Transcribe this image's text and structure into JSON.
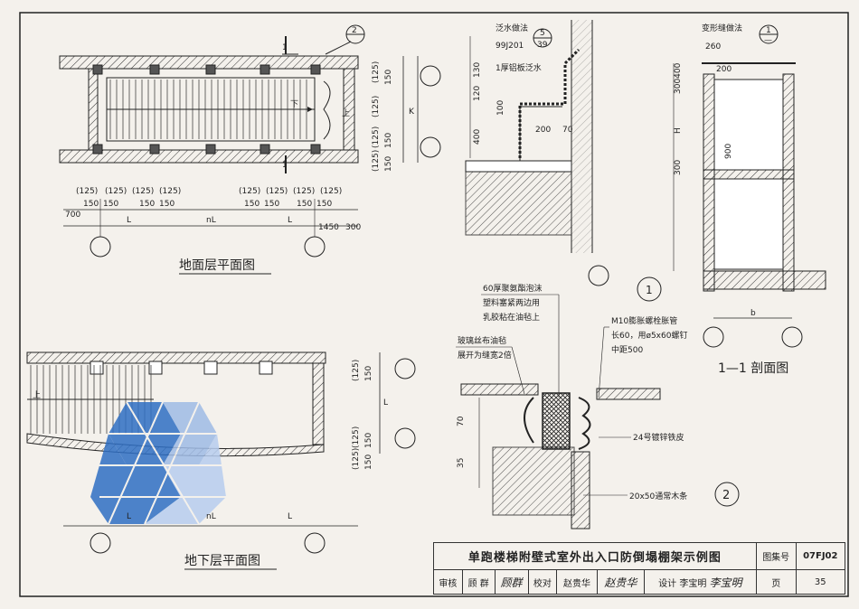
{
  "plans": {
    "ground_title": "地面层平面图",
    "basement_title": "地下层平面图",
    "section_mark_1": "1",
    "callout_2": "2",
    "down_label": "下",
    "up_label": "上",
    "dim_125": "(125)",
    "dim_150": "150",
    "dim_700": "700",
    "dim_1450": "1450",
    "dim_300": "300",
    "dim_L": "L",
    "dim_nL": "nL",
    "dim_K": "K"
  },
  "detail1": {
    "flashing_label": "泛水做法",
    "flashing_ref_top": "5",
    "flashing_ref_bottom": "39",
    "flashing_atlas": "99J201",
    "aluminum_flashing": "1厚铝板泛水",
    "dims": [
      "130",
      "120",
      "100",
      "400",
      "200",
      "70"
    ],
    "circle": "1"
  },
  "section": {
    "joint_label": "变形缝做法",
    "joint_ref_top": "1",
    "joint_ref_bottom": "—",
    "dims": [
      "260",
      "200",
      "300400",
      "H",
      "900",
      "300"
    ],
    "dim_b": "b",
    "title": "1—1 剖面图"
  },
  "detail2": {
    "foam_1": "60厚聚氨酯泡沫",
    "foam_2": "塑料塞紧两边用",
    "foam_3": "乳胶粘在油毡上",
    "glass_1": "玻璃丝布油毡",
    "glass_2": "展开为缝宽2倍",
    "bolt_1": "M10膨胀螺栓胀管",
    "bolt_2": "长60，用ø5x60螺钉",
    "bolt_3": "中距500",
    "steel_sheet": "24号镀锌铁皮",
    "wood_strip": "20x50通常木条",
    "dims": [
      "70",
      "35"
    ],
    "circle": "2"
  },
  "title_block": {
    "title": "单跑楼梯附壁式室外出入口防倒塌棚架示例图",
    "atlas_label": "图集号",
    "atlas_no": "07FJ02",
    "review_label": "审核",
    "review_name": "顾 群",
    "review_sig": "顾群",
    "check_label": "校对",
    "check_name": "赵贵华",
    "check_sig": "赵贵华",
    "design_label": "设计",
    "design_name": "李宝明",
    "design_sig": "李宝明",
    "page_label": "页",
    "page_no": "35"
  },
  "colors": {
    "paper": "#f4f1ec",
    "ink": "#222222",
    "watermark": "#2f6fc4"
  }
}
